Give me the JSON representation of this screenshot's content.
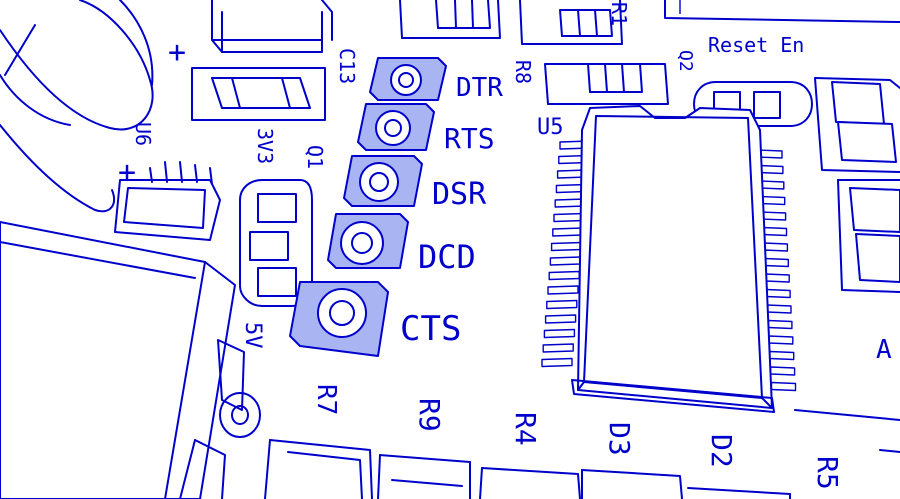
{
  "colors": {
    "ink": "#0000cc",
    "pad_fill": "#a9b4f2",
    "background": "#ffffff"
  },
  "header_pins": [
    {
      "label": "DTR"
    },
    {
      "label": "RTS"
    },
    {
      "label": "DSR"
    },
    {
      "label": "DCD"
    },
    {
      "label": "CTS"
    }
  ],
  "designators": {
    "c13": "C13",
    "u6": "U6",
    "v3v3": "3V3",
    "q1": "Q1",
    "r8": "R8",
    "r1": "R1",
    "u5": "U5",
    "q2": "Q2",
    "reset_en": "Reset En",
    "v5": "5V",
    "r7": "R7",
    "r9": "R9",
    "r4": "R4",
    "d3": "D3",
    "d2": "D2",
    "r5": "R5",
    "a": "A",
    "plus_top": "+",
    "plus_left": "+"
  }
}
